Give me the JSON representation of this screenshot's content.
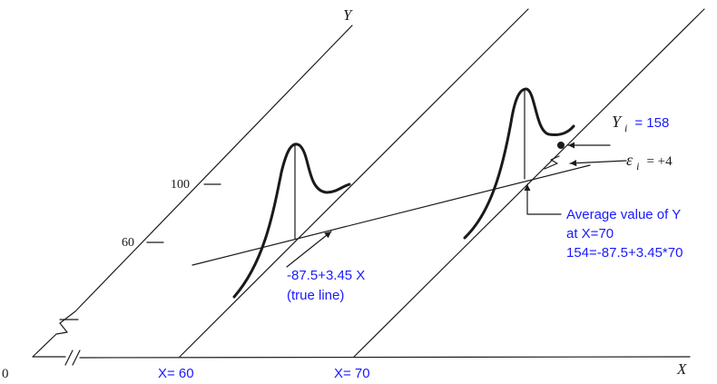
{
  "axis_labels": {
    "y": "Y",
    "x": "X",
    "origin": "0"
  },
  "y_ticks": [
    "100",
    "60"
  ],
  "x_markers": [
    "X= 60",
    "X= 70"
  ],
  "regression": {
    "equation": "-87.5+3.45 X",
    "note": "(true line)"
  },
  "observation": {
    "label": "Y",
    "subscript": "i",
    "equals": "= 158"
  },
  "error_term": {
    "symbol": "ε",
    "subscript": "i",
    "equals": "= +4"
  },
  "average": {
    "line1": "Average value of Y",
    "line2": "at X=70",
    "line3": "154=-87.5+3.45*70"
  },
  "colors": {
    "ink": "#1a1a1a",
    "annotation": "#1a1aff"
  }
}
